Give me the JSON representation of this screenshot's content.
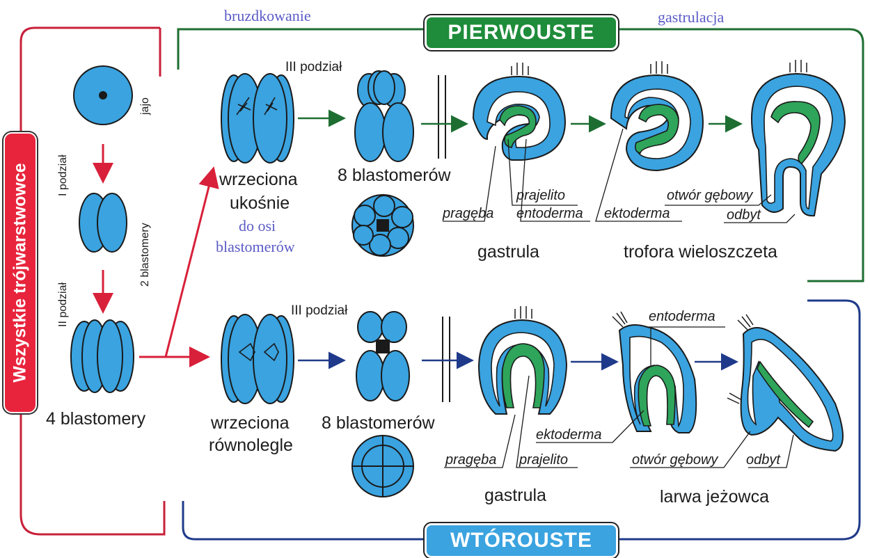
{
  "headers": {
    "top_banner": "PIERWOUSTE",
    "bottom_banner": "WTÓROUSTE",
    "side_banner": "Wszystkie trójwarstwowce",
    "bruzdkowanie": "bruzdkowanie",
    "gastrulacja": "gastrulacja"
  },
  "left": {
    "jajo": "jajo",
    "i_podzial": "I podział",
    "ii_podzial": "II podział",
    "two_blastomery": "2 blastomery",
    "four_blastomery": "4 blastomery"
  },
  "top": {
    "iii_podzial": "III podział",
    "wrzeciona_line1": "wrzeciona",
    "wrzeciona_line2": "ukośnie",
    "do_osi": "do osi",
    "blastomerow_note": "blastomerów",
    "eight_blastomerow": "8 blastomerów",
    "prajelito": "prajelito",
    "prageba": "pragęba",
    "entoderma": "entoderma",
    "ektoderma": "ektoderma",
    "otwor_gebowy": "otwór gębowy",
    "odbyt": "odbyt",
    "gastrula": "gastrula",
    "trofora": "trofora wieloszczeta"
  },
  "bottom": {
    "iii_podzial": "III podział",
    "wrzeciona_line1": "wrzeciona",
    "wrzeciona_line2": "równolegle",
    "eight_blastomerow": "8 blastomerów",
    "entoderma": "entoderma",
    "ektoderma": "ektoderma",
    "prageba": "pragęba",
    "prajelito": "prajelito",
    "otwor_gebowy": "otwór gębowy",
    "odbyt": "odbyt",
    "gastrula": "gastrula",
    "larwa": "larwa jeżowca"
  },
  "colors": {
    "cell_blue": "#3aa3e0",
    "endoderm_green": "#2ea55a",
    "top_green": "#1e8c3a",
    "bottom_navy": "#1f3a8a",
    "red": "#d8203a",
    "label_blue": "#5b5bc7"
  }
}
